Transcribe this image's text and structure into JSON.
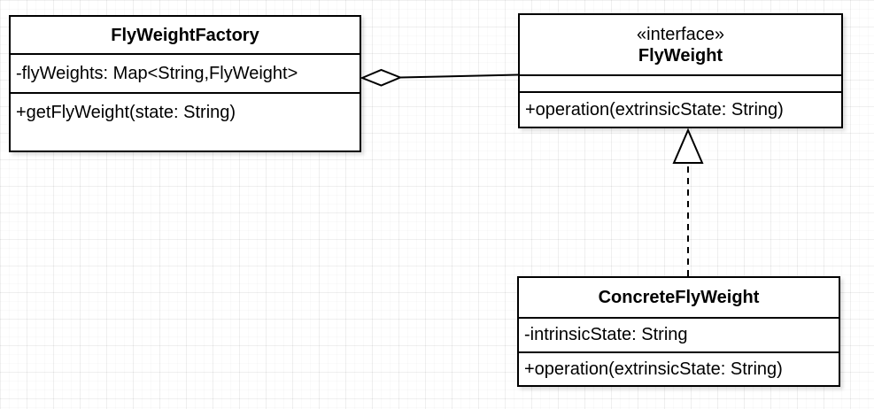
{
  "colors": {
    "stroke": "#000000",
    "box_fill": "#ffffff",
    "background": "#ffffff",
    "text": "#000000"
  },
  "classes": [
    {
      "name": "FlyWeightFactory",
      "stereotype": "",
      "attributes": [
        "-flyWeights: Map<String,FlyWeight>"
      ],
      "methods": [
        "+getFlyWeight(state: String)"
      ]
    },
    {
      "name": "FlyWeight",
      "stereotype": "«interface»",
      "attributes": [],
      "methods": [
        "+operation(extrinsicState: String)"
      ]
    },
    {
      "name": "ConcreteFlyWeight",
      "stereotype": "",
      "attributes": [
        "-intrinsicState: String"
      ],
      "methods": [
        "+operation(extrinsicState: String)"
      ]
    }
  ],
  "relationships": [
    {
      "type": "aggregation",
      "from": "FlyWeightFactory",
      "to": "FlyWeight",
      "line_style": "solid",
      "marker": "hollow-diamond"
    },
    {
      "type": "realization",
      "from": "ConcreteFlyWeight",
      "to": "FlyWeight",
      "line_style": "dashed",
      "marker": "hollow-triangle"
    }
  ]
}
